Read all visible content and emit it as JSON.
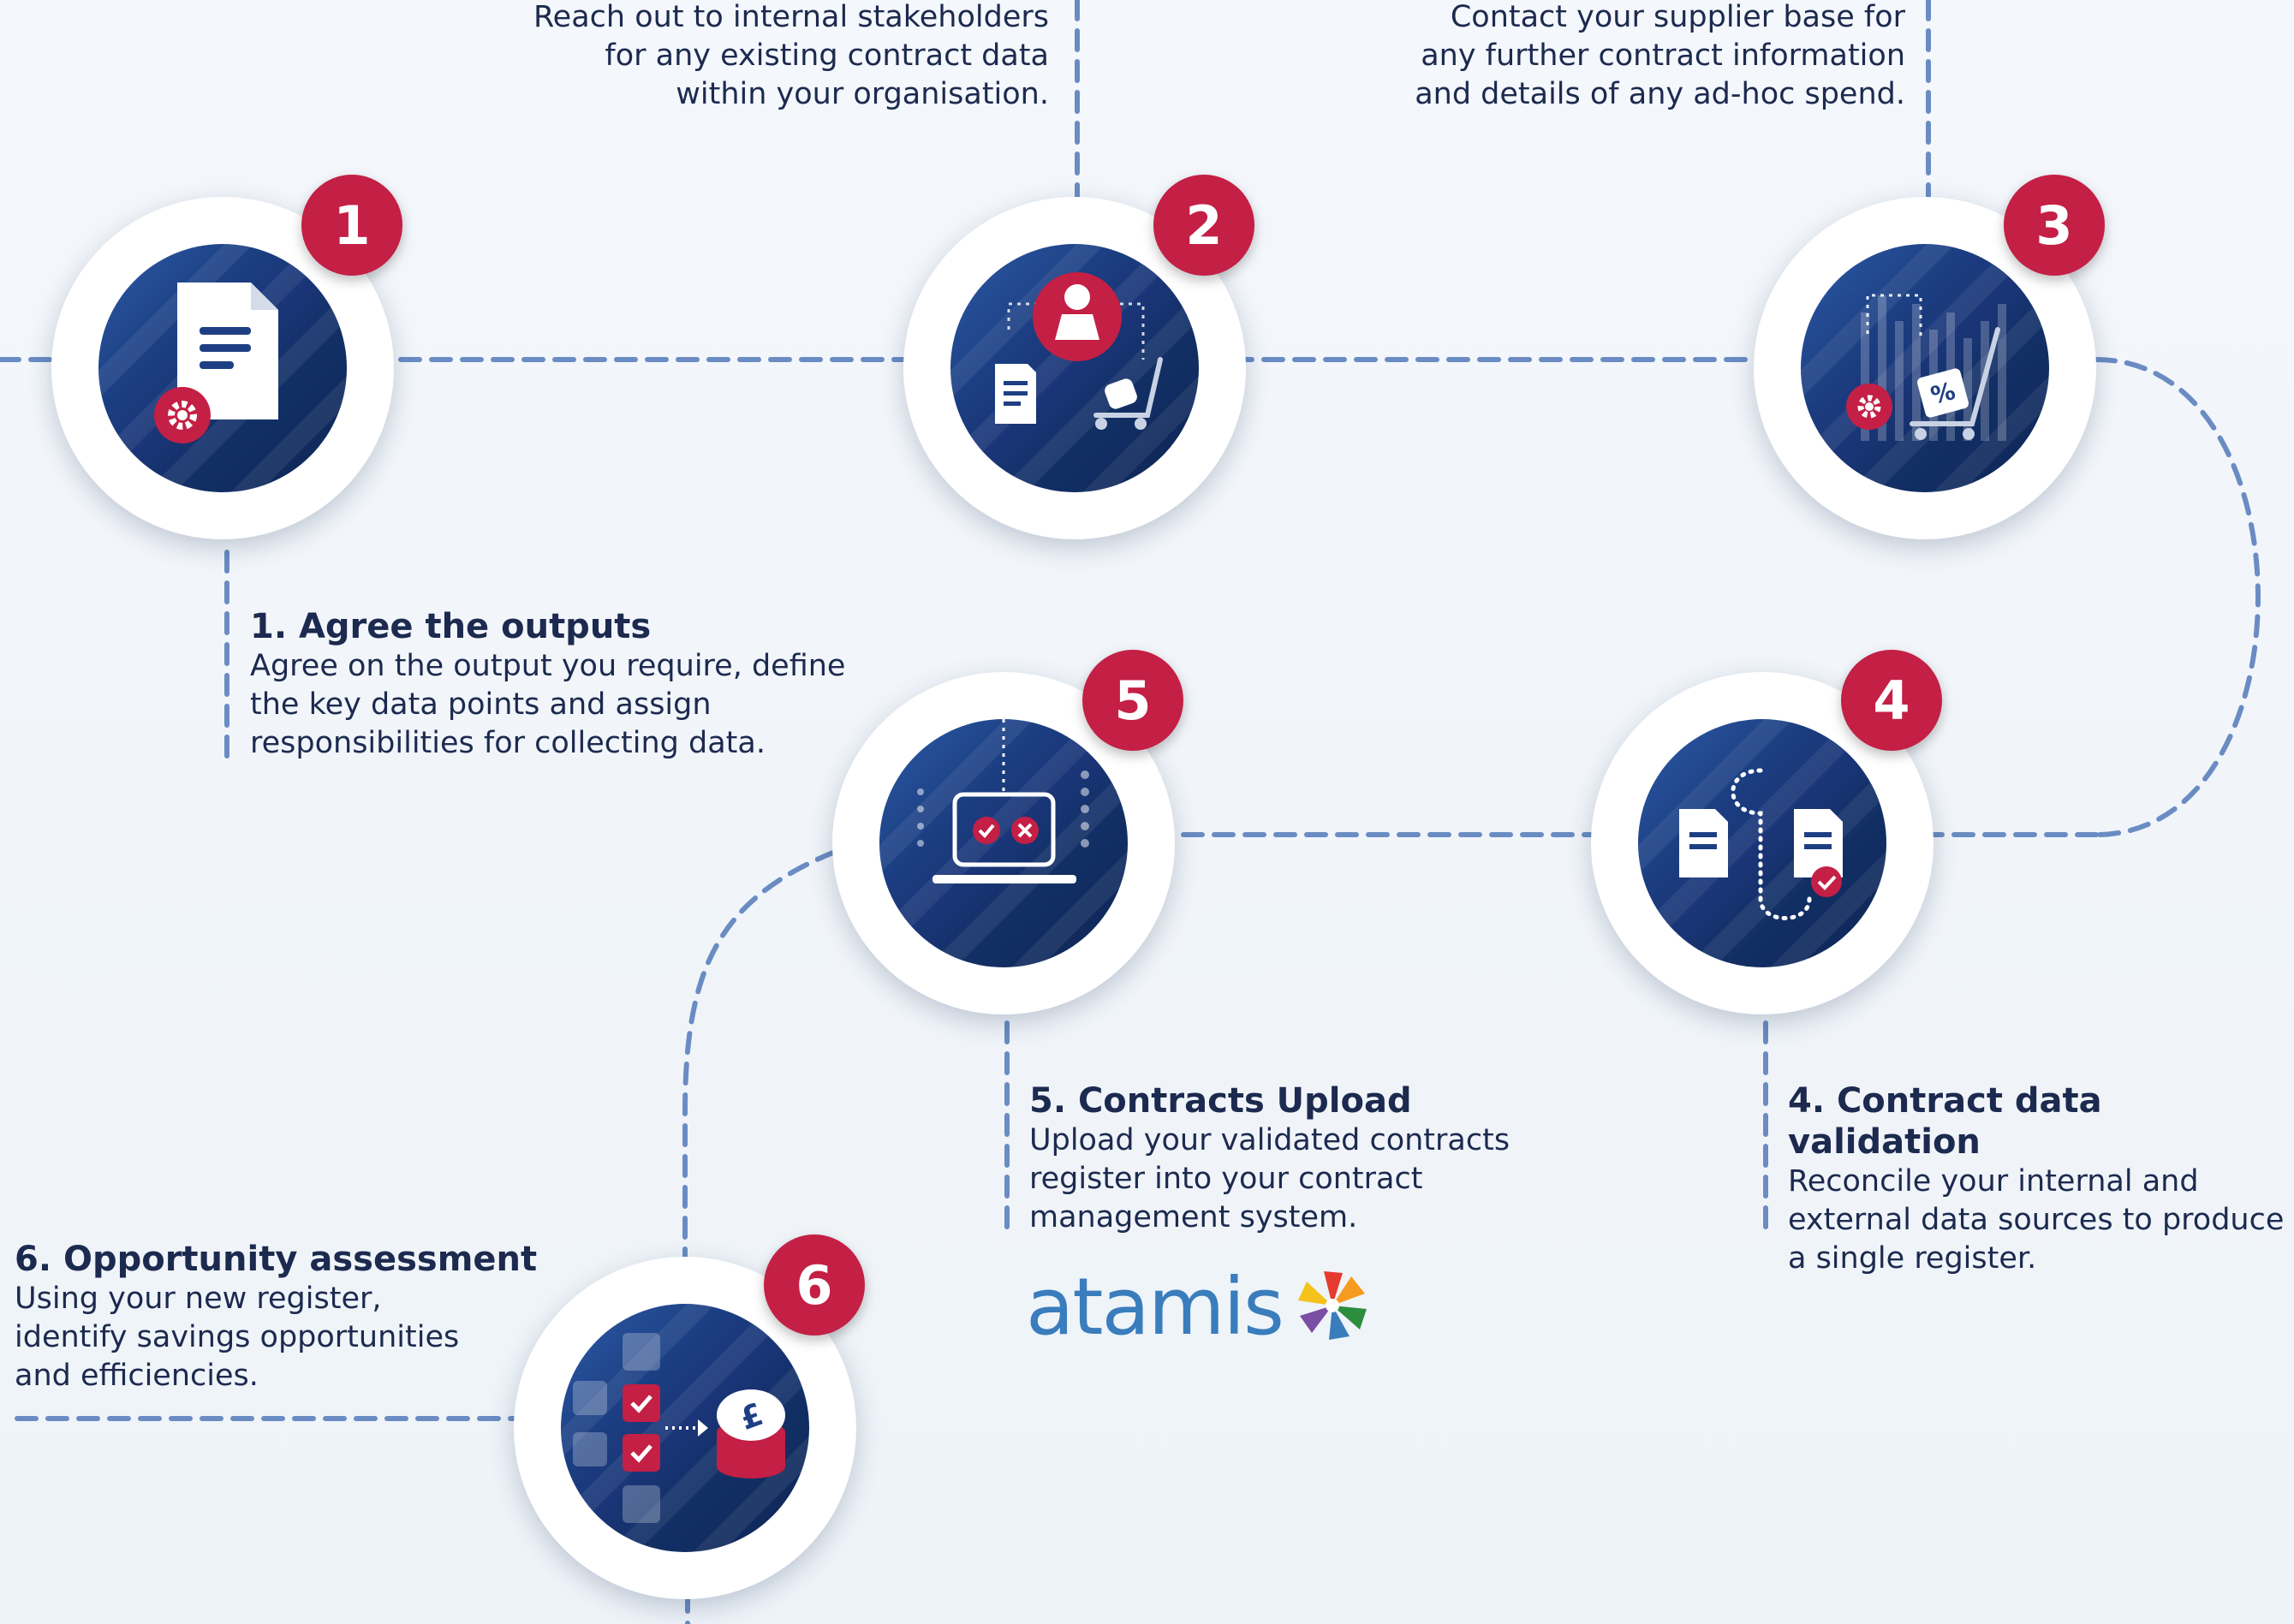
{
  "brand": {
    "logo_text": "atamis",
    "colors": {
      "navy": "#1c2a4f",
      "disc": "#1a3577",
      "badge": "#c41f45",
      "connector": "#6a8cc3"
    }
  },
  "intro_notes": {
    "internal": [
      "Reach out to internal stakeholders",
      "for any existing contract data",
      "within your organisation."
    ],
    "supplier": [
      "Contact your supplier base for",
      "any further contract information",
      "and details of any ad-hoc spend."
    ]
  },
  "steps": [
    {
      "number": "1",
      "title": "1. Agree the outputs",
      "lines": [
        "Agree on the output you require, define",
        "the key data points and assign",
        "responsibilities for collecting data."
      ],
      "icon": "document-gear-icon"
    },
    {
      "number": "2",
      "lines_ref": "intro_notes.internal",
      "icon": "stakeholder-document-trolley-icon"
    },
    {
      "number": "3",
      "lines_ref": "intro_notes.supplier",
      "icon": "supplier-percentage-trolley-icon"
    },
    {
      "number": "4",
      "title": "4. Contract data validation",
      "lines": [
        "Reconcile your internal and",
        "external data sources to produce",
        "a single register."
      ],
      "icon": "document-reconcile-icon"
    },
    {
      "number": "5",
      "title": "5. Contracts Upload",
      "lines": [
        "Upload your validated contracts",
        "register into your contract",
        "management system."
      ],
      "icon": "laptop-upload-icon"
    },
    {
      "number": "6",
      "title": "6. Opportunity assessment",
      "lines": [
        "Using your new register,",
        "identify savings opportunities",
        "and efficiencies."
      ],
      "icon": "checklist-savings-icon"
    }
  ]
}
